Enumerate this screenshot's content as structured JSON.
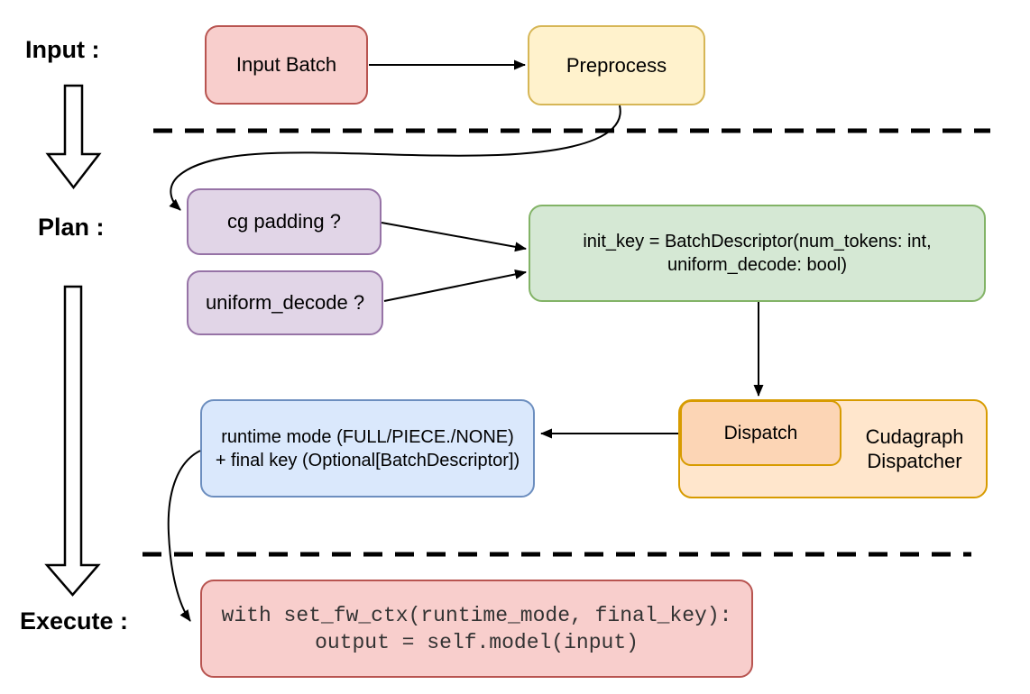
{
  "stage_labels": {
    "input": "Input :",
    "plan": "Plan :",
    "execute": "Execute :"
  },
  "nodes": {
    "input_batch": {
      "label": "Input Batch"
    },
    "preprocess": {
      "label": "Preprocess"
    },
    "cg_padding": {
      "label": "cg padding ?"
    },
    "uniform_decode": {
      "label": "uniform_decode ?"
    },
    "init_key": {
      "lines": [
        "init_key = BatchDescriptor(num_tokens: int,",
        "uniform_decode: bool)"
      ]
    },
    "dispatch": {
      "label": "Dispatch"
    },
    "cudagraph_dispatcher": {
      "lines": [
        "Cudagraph",
        "Dispatcher"
      ]
    },
    "runtime_result": {
      "lines": [
        "runtime mode (FULL/PIECE./NONE)",
        "+ final key (Optional[BatchDescriptor])"
      ]
    },
    "execute_code": {
      "lines": [
        "with set_fw_ctx(runtime_mode, final_key):",
        "output = self.model(input)"
      ]
    }
  },
  "palette": {
    "pink_fill": "#F8CECC",
    "pink_stroke": "#B85450",
    "yellow_fill": "#FFF2CC",
    "yellow_stroke": "#D6B656",
    "purple_fill": "#E1D5E7",
    "purple_stroke": "#9673A6",
    "green_fill": "#D5E8D4",
    "green_stroke": "#82B366",
    "blue_fill": "#DAE8FC",
    "blue_stroke": "#6C8EBF",
    "orange_fill": "#FFE6CC",
    "orange_stroke": "#D79B00",
    "peach_fill": "#FCD5B5",
    "connector": "#000000"
  }
}
